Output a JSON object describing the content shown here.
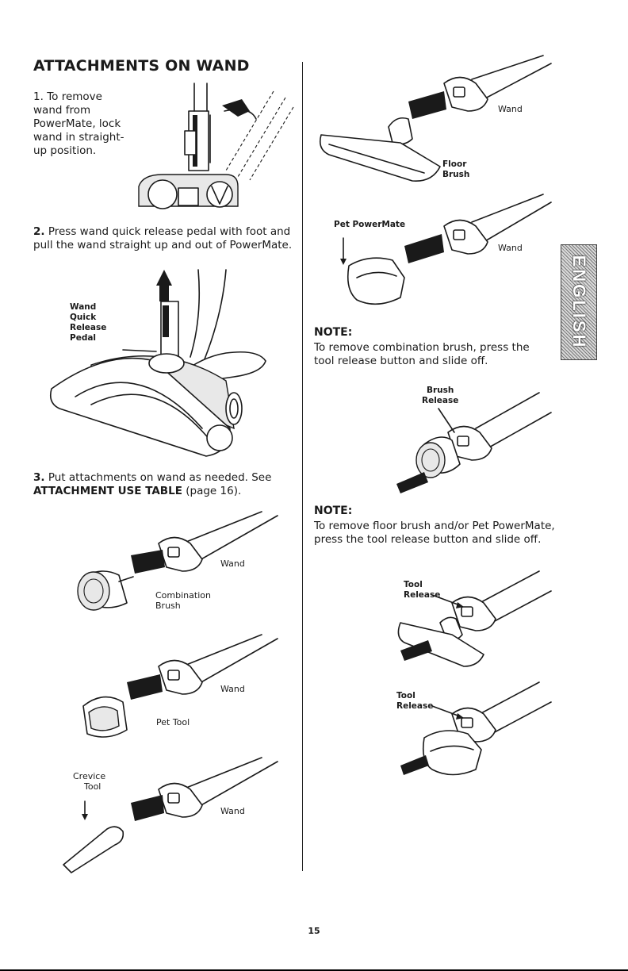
{
  "heading": "ATTACHMENTS ON WAND",
  "step1": {
    "number": "1.",
    "text": "To remove wand from PowerMate, lock wand in straight-up position."
  },
  "step2": {
    "number": "2.",
    "text": "Press wand quick release pedal with foot and pull the wand straight up and out of PowerMate.",
    "labels": [
      "Wand",
      "Quick",
      "Release",
      "Pedal"
    ]
  },
  "step3": {
    "number": "3.",
    "text_before": "Put attachments on wand as needed. See",
    "ref": "ATTACHMENT USE TABLE",
    "text_after": "(page 16)."
  },
  "left_figures": {
    "combo": {
      "wand": "Wand",
      "tool": [
        "Combination",
        "Brush"
      ]
    },
    "pet": {
      "wand": "Wand",
      "tool": "Pet Tool"
    },
    "crevice": {
      "wand": "Wand",
      "tool": [
        "Crevice",
        "Tool"
      ]
    }
  },
  "right_figures": {
    "floor": {
      "wand": "Wand",
      "tool": [
        "Floor",
        "Brush"
      ]
    },
    "petpowermate": {
      "wand": "Wand",
      "tool": "Pet PowerMate"
    },
    "brush_release": [
      "Brush",
      "Release"
    ],
    "tool_release_1": [
      "Tool",
      "Release"
    ],
    "tool_release_2": [
      "Tool",
      "Release"
    ]
  },
  "note1": {
    "head": "NOTE:",
    "text": "To remove combination brush, press the tool release button and slide off."
  },
  "note2": {
    "head": "NOTE:",
    "text": "To remove floor brush and/or Pet PowerMate, press the tool release button and slide off."
  },
  "tab": "ENGLISH",
  "page_number": "15"
}
